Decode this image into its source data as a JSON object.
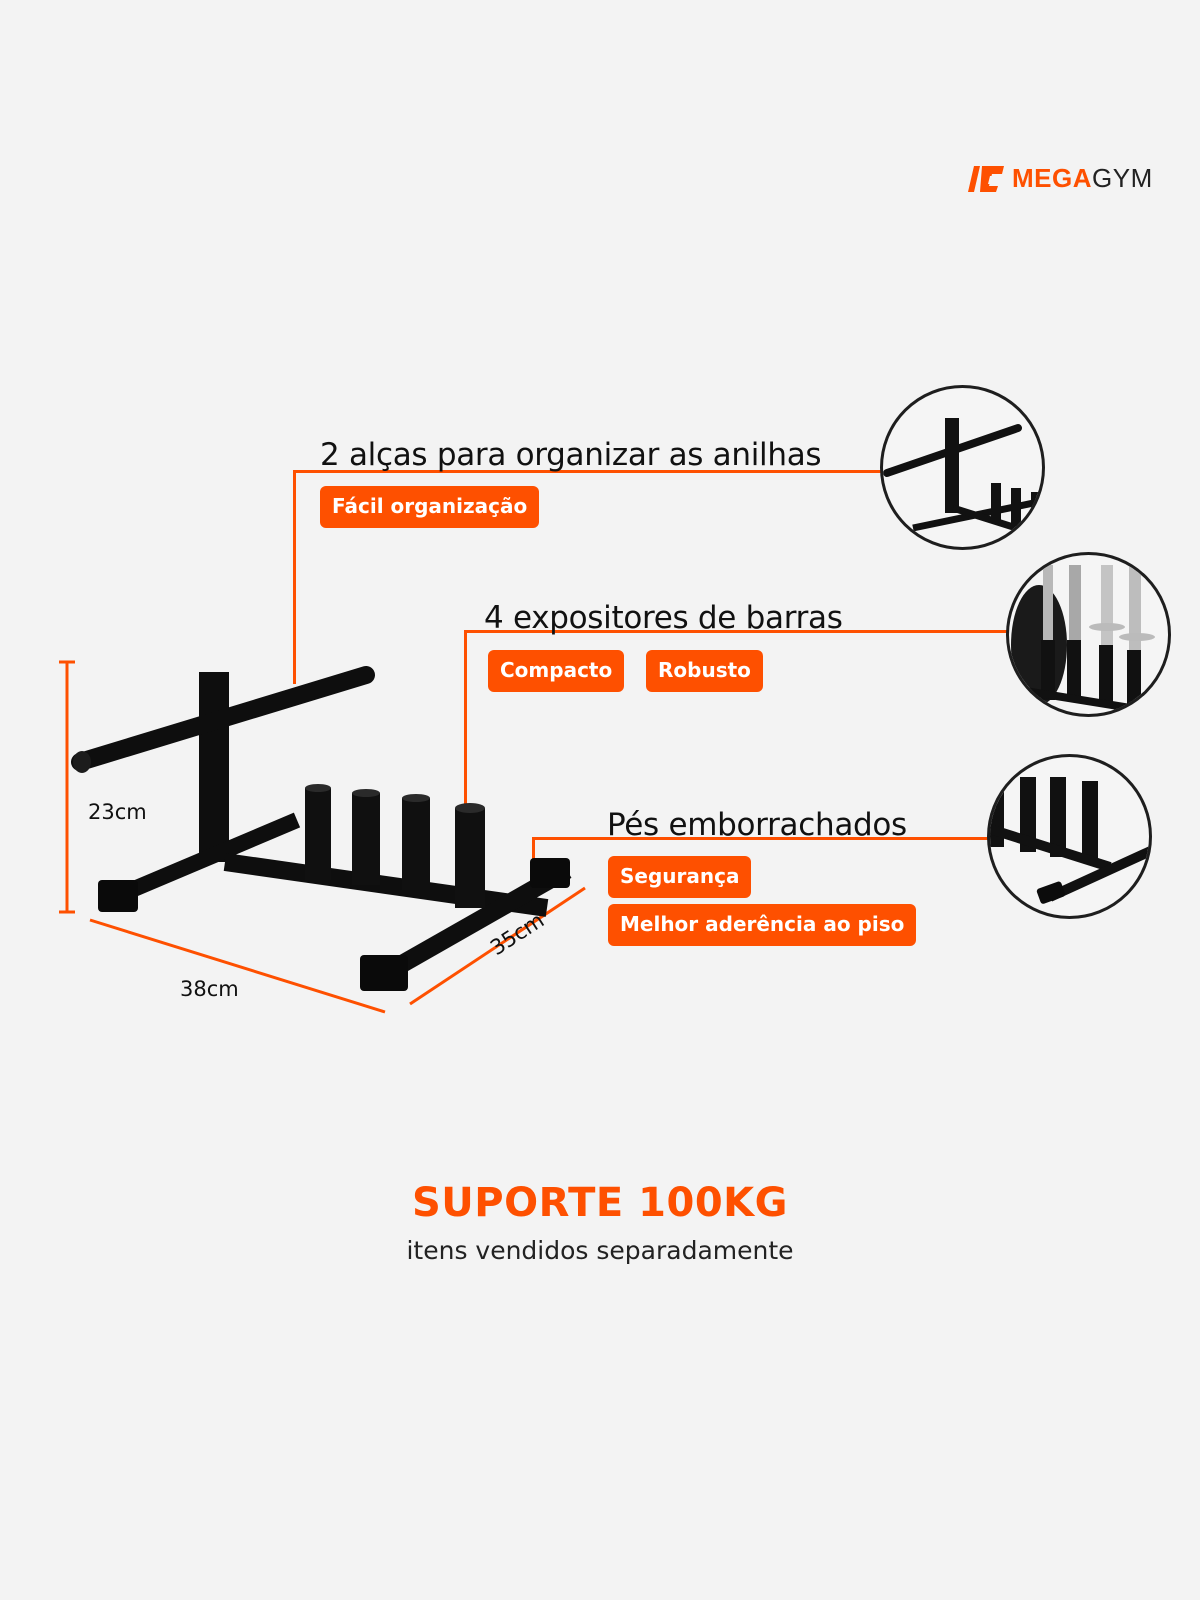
{
  "brand": {
    "name_bold": "MEGA",
    "name_regular": "GYM",
    "accent_color": "#fe5000"
  },
  "features": [
    {
      "title": "2 alças para organizar as anilhas",
      "tags": [
        "Fácil organização"
      ],
      "detail_image": "handle-closeup"
    },
    {
      "title": "4 expositores de barras",
      "tags": [
        "Compacto",
        "Robusto"
      ],
      "detail_image": "bar-holders-closeup"
    },
    {
      "title": "Pés emborrachados",
      "tags": [
        "Segurança",
        "Melhor aderência ao piso"
      ],
      "detail_image": "rubber-feet-closeup"
    }
  ],
  "dimensions": {
    "height": "23cm",
    "width": "38cm",
    "depth": "35cm"
  },
  "footer": {
    "title": "SUPORTE 100KG",
    "subtitle": "itens vendidos separadamente"
  }
}
